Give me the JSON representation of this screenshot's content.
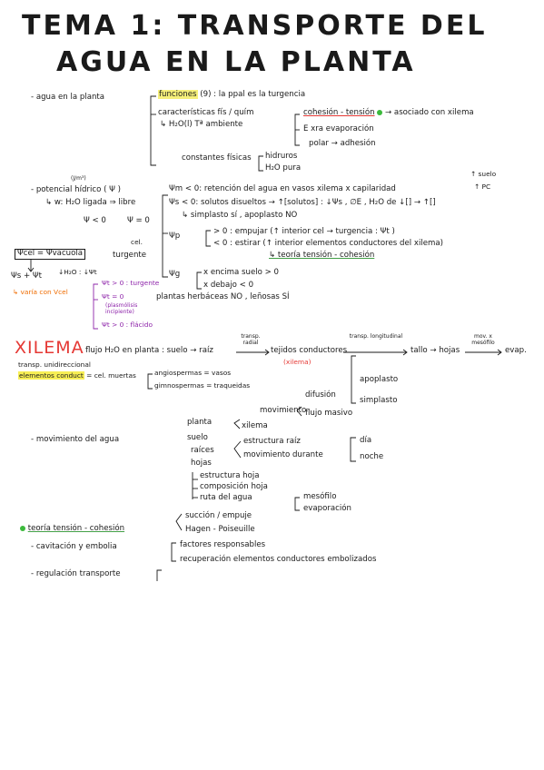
{
  "title": {
    "line1": "TEMA 1: TRANSPORTE DEL",
    "line2": "AGUA EN LA PLANTA"
  },
  "section1": {
    "agua": "- agua en la planta",
    "funciones": "funciones",
    "funciones_rest": " (9) : la ppal es la turgencia",
    "caracteristicas": "características fís / quím",
    "h2o": "↳ H₂O(l) Tª ambiente",
    "cohesion": "cohesión - tensión",
    "asociado": "→ asociado con xilema",
    "evaporacion": "E xra evaporación",
    "polar": "polar → adhesión",
    "constantes": "constantes físicas",
    "hidruros": "hidruros",
    "h2o_pura": "H₂O pura"
  },
  "section2": {
    "units": "(J/m³)",
    "potencial": "- potencial hídrico ( Ψ )",
    "w_label": "↳ w: H₂O ligada ⇒ libre",
    "psi_lt": "Ψ < 0",
    "psi_eq": "Ψ = 0",
    "psi_m": "Ψm < 0: retención del agua en vasos xilema x capilaridad",
    "suelo": "↑ suelo",
    "pc": "↑ PC",
    "psi_s": "Ψs < 0: solutos disueltos → ↑[solutos] : ↓Ψs , ∅E , H₂O de ↓[] → ↑[]",
    "simplasto": "↳ simplasto sí , apoplasto NO",
    "cel": "cel.",
    "turgente": "turgente",
    "psi_p_label": "Ψp",
    "psi_p_gt": "> 0 : empujar (↑ interior cel → turgencia : Ψt )",
    "psi_p_lt": "< 0 : estirar (↑ interior elementos conductores del xilema)",
    "teoria1": "↳ teoría tensión - cohesión",
    "psi_cel": "Ψcel = Ψvacuola",
    "psi_s_t": "Ψs + Ψt",
    "h2o_down": "↓H₂O : ↓Ψt",
    "varia": "↳ varía con Vcel",
    "psi_t_turgente": "Ψt > 0 : turgente",
    "psi_t_0": "Ψt = 0",
    "plasmolisis": "(plasmólisis incipiente)",
    "psi_t_flacido": "Ψt > 0 : flácido",
    "psi_g": "Ψg",
    "encima": "x encima suelo > 0",
    "debajo": "x debajo < 0",
    "plantas": "plantas herbáceas NO , leñosas SÍ"
  },
  "section3": {
    "xilema": "XILEMA",
    "flujo": "flujo H₂O en planta : suelo → raíz",
    "transp_radial": "transp. radial",
    "tejidos": "tejidos conductores",
    "transp_long": "transp. longitudinal",
    "tallo": "tallo → hojas",
    "mov": "mov. x mesófilo",
    "evap": "evap.",
    "xilema_small": "(xilema)",
    "unidireccional": "transp. unidireccional",
    "elementos": "elementos conduct",
    "cel_muertas": "= cel. muertas",
    "angiospermas": "angiospermas = vasos",
    "gimnospermas": "gimnospermas = traqueidas",
    "apoplasto": "apoplasto",
    "difusion": "difusión",
    "simplasto2": "simplasto",
    "movimiento": "movimiento",
    "flujo_masivo": "flujo masivo"
  },
  "section4": {
    "movimiento_agua": "- movimiento del agua",
    "planta": "planta",
    "xilema": "xilema",
    "suelo": "suelo",
    "raices": "raíces",
    "hojas": "hojas",
    "estructura_raiz": "estructura raíz",
    "mov_durante": "movimiento durante",
    "dia": "día",
    "noche": "noche",
    "estructura_hoja": "estructura hoja",
    "composicion": "composición hoja",
    "ruta": "ruta del agua",
    "mesofilo": "mesófilo",
    "evaporacion": "evaporación"
  },
  "section5": {
    "teoria": "teoría tensión - cohesión",
    "succion": "succión / empuje",
    "hagen": "Hagen - Poiseuille",
    "cavitacion": "- cavitación y embolia",
    "factores": "factores responsables",
    "recuperacion": "recuperación elementos conductores embolizados",
    "regulacion": "- regulación transporte"
  },
  "colors": {
    "red": "#e53935",
    "highlight": "#f6f07a",
    "green": "#3cba3c",
    "purple": "#8e24aa",
    "orange": "#ef6c00"
  }
}
